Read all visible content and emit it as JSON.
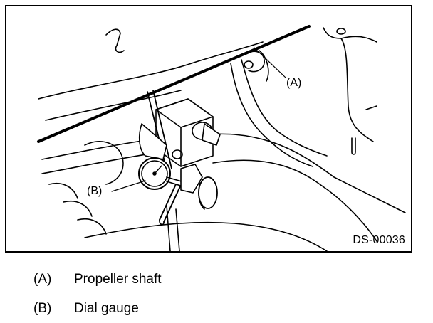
{
  "figure": {
    "callouts": {
      "a": "(A)",
      "b": "(B)"
    },
    "code": "DS-00036"
  },
  "legend": [
    {
      "key": "(A)",
      "text": "Propeller shaft"
    },
    {
      "key": "(B)",
      "text": "Dial gauge"
    }
  ]
}
